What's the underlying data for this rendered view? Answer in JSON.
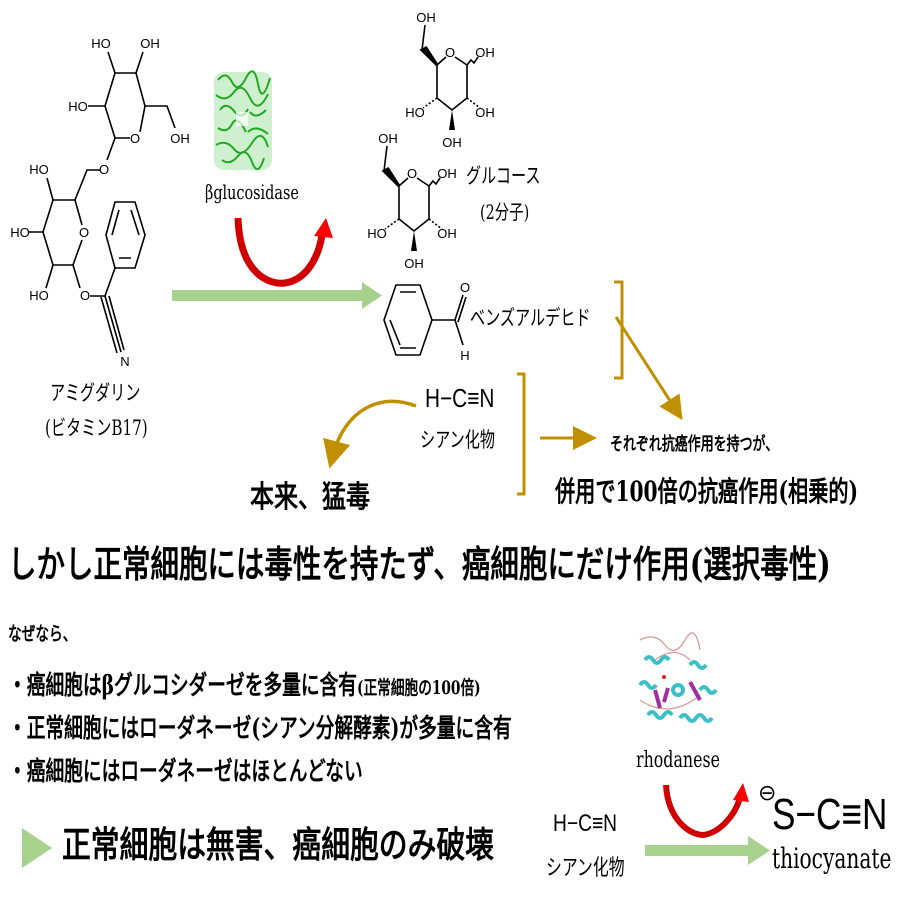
{
  "colors": {
    "gold": "#c09000",
    "green_arrow": "#a9d18e",
    "red_arrow": "#e00000",
    "enzyme_green": "#2db52d"
  },
  "amygdalin": {
    "name": "アミグダリン",
    "alias": "(ビタミンB17)",
    "atoms": [
      "HO",
      "OH",
      "HO",
      "O",
      "OH",
      "O",
      "HO",
      "HO",
      "O",
      "HO",
      "O",
      "N"
    ]
  },
  "enzyme1": {
    "label": "βglucosidase",
    "icon": "protein-structure-green"
  },
  "glucose": {
    "name": "グルコース",
    "count": "(2分子)",
    "atoms_a": [
      "OH",
      "O",
      "OH",
      "HO",
      "OH",
      "OH"
    ],
    "atoms_b": [
      "OH",
      "O",
      "OH",
      "HO",
      "OH",
      "OH"
    ]
  },
  "benzaldehyde": {
    "name": "ベンズアルデヒド",
    "atoms": [
      "O",
      "H"
    ]
  },
  "cyanide": {
    "formula": "H−C≡N",
    "name": "シアン化物"
  },
  "toxic_label": "本来、猛毒",
  "synergy": {
    "line1": "それぞれ抗癌作用を持つが、",
    "line2": "併用で100倍の抗癌作用(相乗的)"
  },
  "headline": "しかし正常細胞には毒性を持たず、癌細胞にだけ作用(選択毒性)",
  "reason": {
    "intro": "なぜなら、",
    "bullets": [
      {
        "text": "・癌細胞はβグルコシダーゼを多量に含有",
        "note": "(正常細胞の100倍)"
      },
      {
        "text": "・正常細胞にはローダネーゼ(シアン分解酵素)が多量に含有",
        "note": ""
      },
      {
        "text": "・癌細胞にはローダネーゼはほとんどない",
        "note": ""
      }
    ]
  },
  "conclusion": "正常細胞は無害、癌細胞のみ破壊",
  "enzyme2": {
    "label": "rhodanese",
    "icon": "protein-structure-cyan"
  },
  "cyanide2": {
    "formula": "H−C≡N",
    "name": "シアン化物"
  },
  "thiocyanate": {
    "charge": "⊖",
    "formula": "S−C≡N",
    "name": "thiocyanate"
  }
}
